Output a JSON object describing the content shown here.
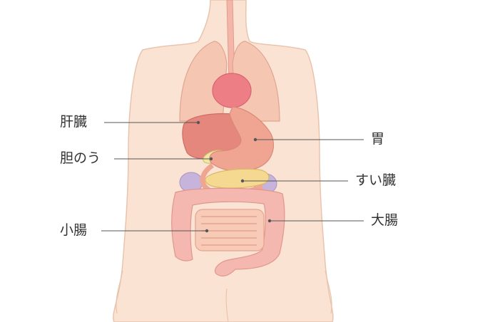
{
  "labels": {
    "liver": "肝臓",
    "gallbladder": "胆のう",
    "small_intestine": "小腸",
    "stomach": "胃",
    "pancreas": "すい臓",
    "large_intestine": "大腸"
  },
  "colors": {
    "skin": "#fbe3d3",
    "skin_outline": "#e9c4ad",
    "lung": "#f5c7b3",
    "heart": "#ee7e86",
    "liver": "#e5877d",
    "stomach": "#f0a593",
    "gallbladder": "#efe7a3",
    "pancreas": "#f6d991",
    "kidney": "#c7b4dc",
    "intestine": "#f5b8b0",
    "leader_line": "#555555",
    "label_text": "#333333"
  }
}
